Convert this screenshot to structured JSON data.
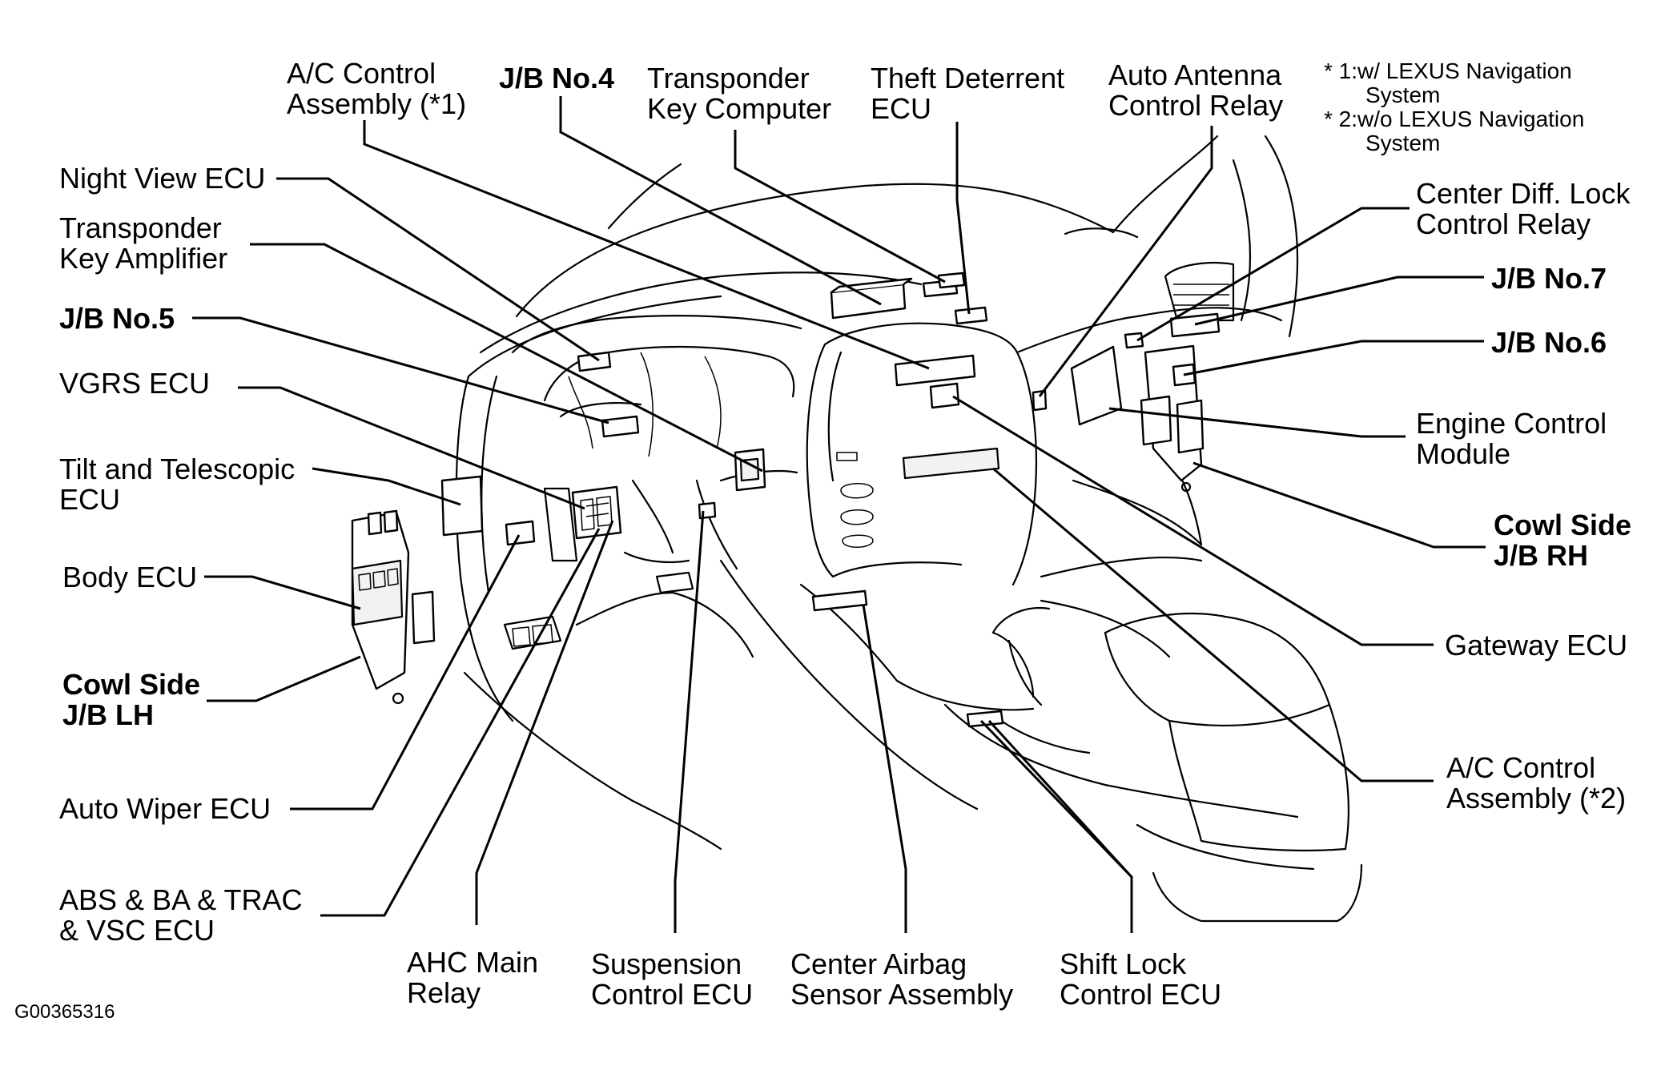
{
  "diagram": {
    "code": "G00365316",
    "notes": [
      {
        "id": "n1a",
        "text": "* 1:w/ LEXUS Navigation"
      },
      {
        "id": "n1b",
        "text": "System"
      },
      {
        "id": "n2a",
        "text": "* 2:w/o LEXUS Navigation"
      },
      {
        "id": "n2b",
        "text": "System"
      }
    ],
    "labels": {
      "ac_control_1": [
        "A/C Control",
        "Assembly (*1)"
      ],
      "jb_no4": [
        "J/B No.4"
      ],
      "transponder_key_computer": [
        "Transponder",
        "Key Computer"
      ],
      "theft_deterrent_ecu": [
        "Theft Deterrent",
        "ECU"
      ],
      "auto_antenna_relay": [
        "Auto Antenna",
        "Control Relay"
      ],
      "night_view_ecu": [
        "Night View ECU"
      ],
      "transponder_key_amplifier": [
        "Transponder",
        "Key Amplifier"
      ],
      "jb_no5": [
        "J/B No.5"
      ],
      "vgrs_ecu": [
        "VGRS ECU"
      ],
      "tilt_telescopic_ecu": [
        "Tilt and Telescopic",
        "ECU"
      ],
      "body_ecu": [
        "Body ECU"
      ],
      "cowl_side_jb_lh": [
        "Cowl Side",
        "J/B LH"
      ],
      "auto_wiper_ecu": [
        "Auto Wiper ECU"
      ],
      "abs_ba_trac_vsc_ecu": [
        "ABS & BA & TRAC",
        "& VSC ECU"
      ],
      "ahc_main_relay": [
        "AHC Main",
        "Relay"
      ],
      "suspension_control_ecu": [
        "Suspension",
        "Control ECU"
      ],
      "center_airbag_sensor": [
        "Center Airbag",
        "Sensor Assembly"
      ],
      "shift_lock_control_ecu": [
        "Shift Lock",
        "Control ECU"
      ],
      "center_diff_lock_relay": [
        "Center Diff. Lock",
        "Control Relay"
      ],
      "jb_no7": [
        "J/B No.7"
      ],
      "jb_no6": [
        "J/B No.6"
      ],
      "engine_control_module": [
        "Engine Control",
        "Module"
      ],
      "cowl_side_jb_rh": [
        "Cowl Side",
        "J/B RH"
      ],
      "gateway_ecu": [
        "Gateway ECU"
      ],
      "ac_control_2": [
        "A/C Control",
        "Assembly (*2)"
      ]
    }
  }
}
